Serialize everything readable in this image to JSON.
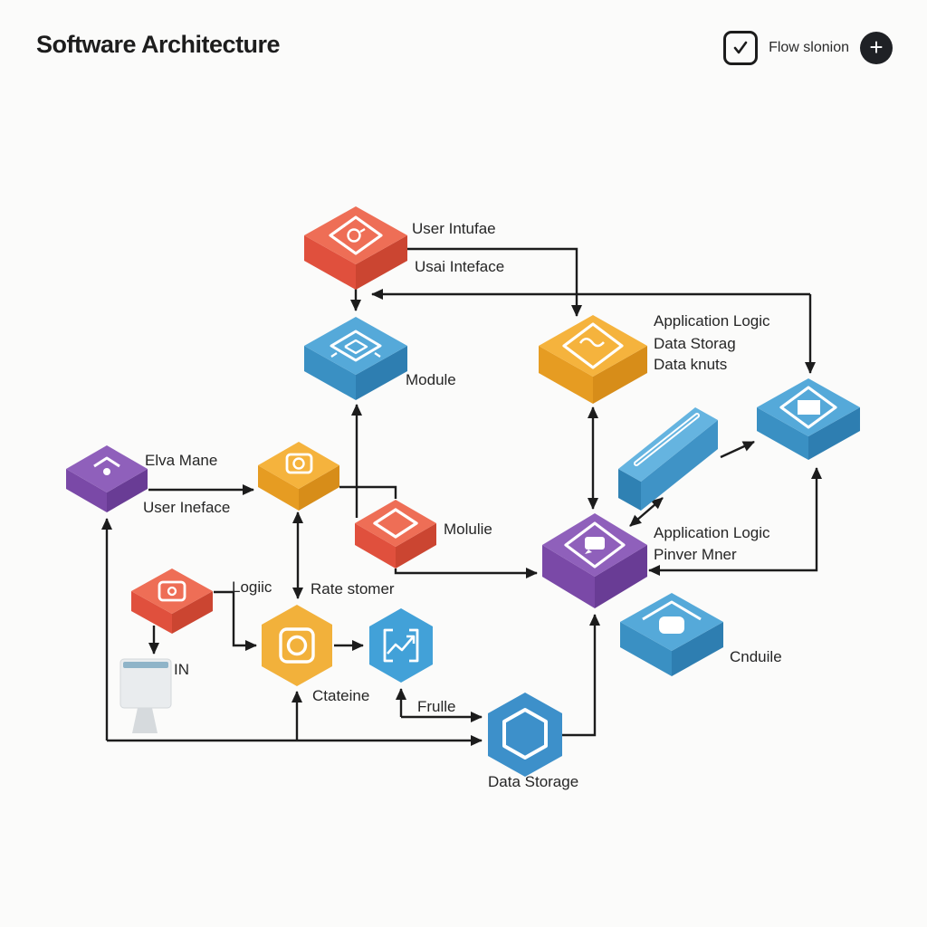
{
  "header": {
    "title": "Software Architecture",
    "flow_label": "Flow slonion",
    "add_button_label": "+"
  },
  "colors": {
    "red": "#ee6e56",
    "blue": "#55a9d9",
    "yellow": "#f5b33d",
    "purple": "#8f60bb",
    "line": "#1c1c1c",
    "background": "#fbfbfa",
    "button_dark": "#1f2125"
  },
  "diagram": {
    "nodes": [
      {
        "id": "user-interface-top",
        "shape": "iso-box",
        "color": "red"
      },
      {
        "id": "module-top",
        "shape": "iso-box",
        "color": "blue"
      },
      {
        "id": "application-logic-yellow",
        "shape": "iso-box",
        "color": "yellow"
      },
      {
        "id": "storage-node-right",
        "shape": "iso-box",
        "color": "blue"
      },
      {
        "id": "server-slab",
        "shape": "slab",
        "color": "blue"
      },
      {
        "id": "user-interface-left",
        "shape": "iso-box",
        "color": "purple"
      },
      {
        "id": "connector-box-yellow",
        "shape": "iso-box",
        "color": "yellow"
      },
      {
        "id": "module-red",
        "shape": "iso-box",
        "color": "red"
      },
      {
        "id": "application-logic-purple",
        "shape": "iso-box",
        "color": "purple"
      },
      {
        "id": "cnduile-node",
        "shape": "iso-box",
        "color": "blue"
      },
      {
        "id": "logic-node",
        "shape": "iso-box",
        "color": "red"
      },
      {
        "id": "monitor",
        "shape": "monitor",
        "color": "gray"
      },
      {
        "id": "ctateine-hex",
        "shape": "hexagon",
        "color": "yellow"
      },
      {
        "id": "frulle-hex",
        "shape": "hexagon",
        "color": "blue"
      },
      {
        "id": "data-storage-hex",
        "shape": "hexagon",
        "color": "blue"
      }
    ]
  },
  "labels": {
    "user_intufae": "User Intufae",
    "usai_inteface": "Usai Inteface",
    "module": "Module",
    "app_logic_1": "Application Logic",
    "data_storag": "Data Storag",
    "data_knuts": "Data knuts",
    "elva_mane": "Elva Mane",
    "user_ineface": "User Ineface",
    "molulie": "Molulie",
    "app_logic_2": "Application Logic",
    "pinver_mner": "Pinver Mner",
    "cnduile": "Cnduile",
    "logiic": "Logiic",
    "in_label": "IN",
    "rate_stomer": "Rate stomer",
    "ctateine": "Ctateine",
    "frulle": "Frulle",
    "data_storage": "Data Storage"
  }
}
